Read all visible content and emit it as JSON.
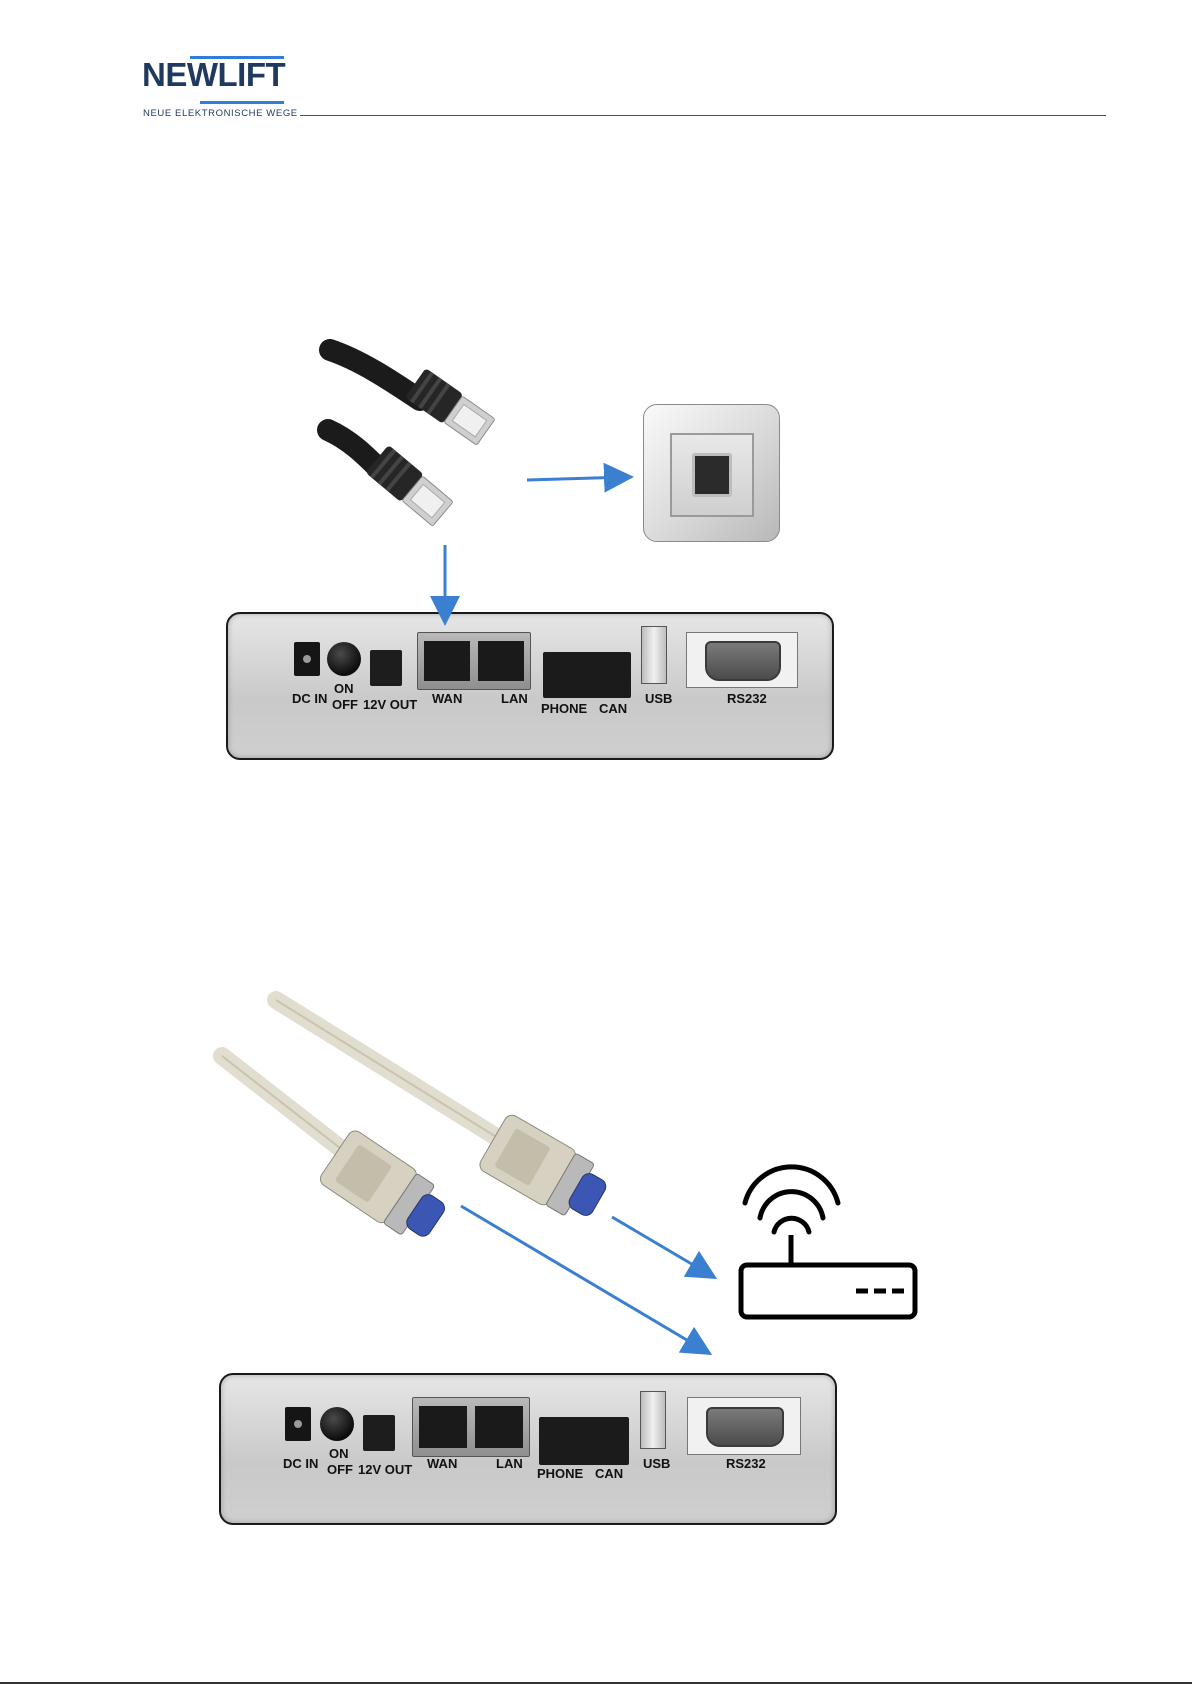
{
  "header": {
    "brand": "NEWLIFT",
    "tagline": "NEUE ELEKTRONISCHE WEGE"
  },
  "device_ports": {
    "dc_in": "DC IN",
    "on": "ON",
    "off": "OFF",
    "out_12v": "12V OUT",
    "wan": "WAN",
    "lan": "LAN",
    "phone": "PHONE",
    "can": "CAN",
    "usb": "USB",
    "rs232": "RS232"
  },
  "colors": {
    "arrow": "#3b7fd1",
    "brand_text": "#1f3a5e",
    "brand_accent": "#2f7fd6",
    "device_body": "#cfcfcf"
  },
  "icons": {
    "ethernet_cable": "ethernet-cable-icon",
    "wall_socket": "rj45-wall-socket-icon",
    "serial_cable": "serial-cable-icon",
    "router": "wifi-router-icon"
  }
}
